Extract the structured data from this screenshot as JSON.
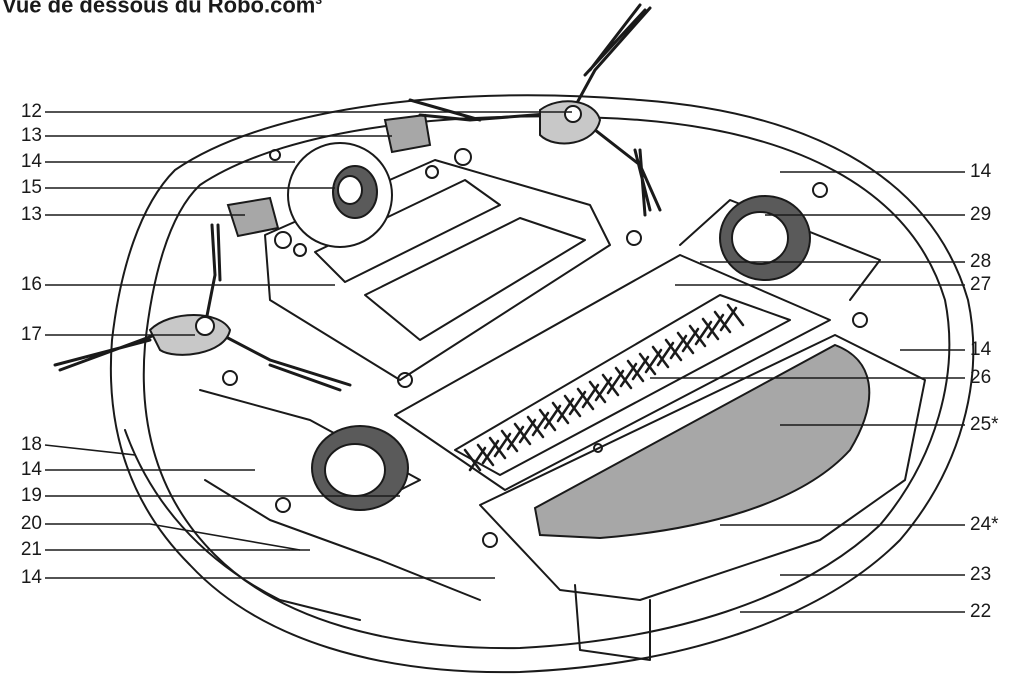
{
  "title": {
    "text": "Vue de dessous du Robo.com",
    "superscript": "3"
  },
  "callouts_left": [
    {
      "label": "12"
    },
    {
      "label": "13"
    },
    {
      "label": "14"
    },
    {
      "label": "15"
    },
    {
      "label": "13"
    },
    {
      "label": "16"
    },
    {
      "label": "17"
    },
    {
      "label": "18"
    },
    {
      "label": "14"
    },
    {
      "label": "19"
    },
    {
      "label": "20"
    },
    {
      "label": "21"
    },
    {
      "label": "14"
    }
  ],
  "callouts_right": [
    {
      "label": "14"
    },
    {
      "label": "29"
    },
    {
      "label": "28"
    },
    {
      "label": "27"
    },
    {
      "label": "14"
    },
    {
      "label": "26"
    },
    {
      "label": "25*"
    },
    {
      "label": "24*"
    },
    {
      "label": "23"
    },
    {
      "label": "22"
    }
  ],
  "colors": {
    "line": "#1a1a1a",
    "body": "#ffffff",
    "pad": "#a7a7a7",
    "tire": "#5a5a5a"
  }
}
